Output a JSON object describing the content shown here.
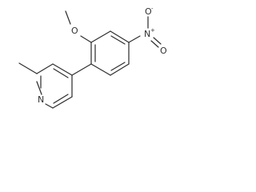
{
  "structure": {
    "atom_labels": {
      "pyridine_nitrogen": "N",
      "methoxy_oxygen": "O",
      "nitro_nitrogen": "N",
      "nitro_nitrogen_charge": "+",
      "nitro_oxygen_top": "O",
      "nitro_oxygen_top_charge": "-",
      "nitro_oxygen_bottom": "O"
    },
    "bond_color": "#303030",
    "label_color": "#303030",
    "background": "#ffffff"
  }
}
